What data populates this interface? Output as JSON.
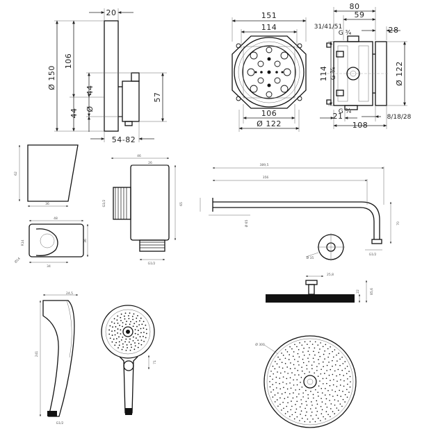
{
  "thermostat": {
    "w": "20",
    "diameter": "Ø 150",
    "height": "106",
    "upper": "44",
    "diameter_small": "Ø",
    "lower": "44",
    "proj": "57",
    "depth": "54-82"
  },
  "ibox_front": {
    "w_outer": "151",
    "w_inner": "114",
    "w_bottom": "106",
    "diameter": "Ø 122"
  },
  "ibox_side": {
    "w1": "80",
    "w2": "59",
    "w3": "28",
    "depth_opts": "31/41/51",
    "thread_top": "G ¾",
    "thread_mid": "G ¾",
    "h": "114",
    "thread_bottom": "G ¾",
    "diameter": "Ø 122",
    "w4": "21",
    "w5": "108",
    "depth_opts2": "8/18/28"
  },
  "holder": {
    "h": "62",
    "w": "36",
    "w2": "48",
    "h2": "36",
    "w3": "34",
    "r": "R14",
    "d": "Ø14"
  },
  "outlet": {
    "w": "46",
    "w2": "26",
    "thread_side": "G1/2",
    "h": "65",
    "thread_bottom": "G1/2"
  },
  "arm": {
    "l_total": "389,5",
    "l": "356",
    "h": "70",
    "thread": "G1/2",
    "d": "Ø 65",
    "d2": "Ø 35"
  },
  "hand_shower": {
    "l": "241",
    "top": "24,5",
    "thread": "G1/2",
    "side": "71"
  },
  "overhead": {
    "w": "25,8",
    "h": "22",
    "h2": "85,6",
    "d": "Ø 300"
  }
}
